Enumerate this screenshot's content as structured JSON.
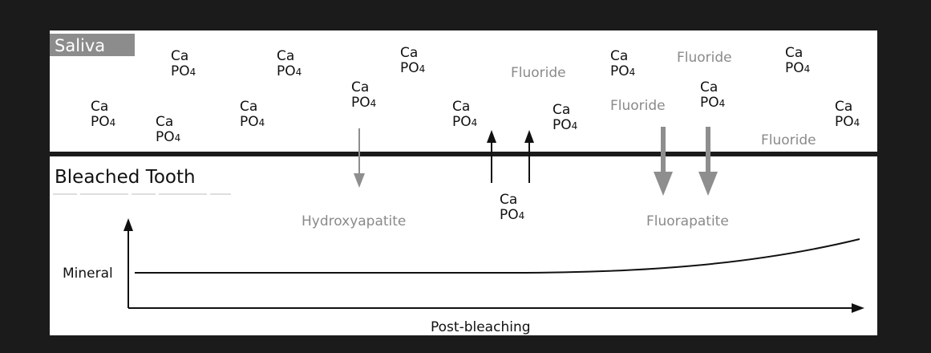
{
  "saliva": {
    "label": "Saliva"
  },
  "tooth": {
    "label": "Bleached Tooth"
  },
  "ions": {
    "ca": "Ca",
    "po": "PO",
    "po_sub": "4",
    "fluoride": "Fluoride"
  },
  "products": {
    "hydroxyapatite": "Hydroxyapatite",
    "fluorapatite": "Fluorapatite"
  },
  "graph": {
    "ylabel": "Mineral",
    "xlabel": "Post-bleaching"
  },
  "colors": {
    "background": "#1b1b1b",
    "panel": "#ffffff",
    "divider": "#1b1b1b",
    "ion_text": "#111111",
    "fluoride_text": "#8a8a8a",
    "saliva_tag": "#8c8c8c",
    "arrow_dark": "#111111",
    "arrow_grey": "#8e8e8e"
  }
}
